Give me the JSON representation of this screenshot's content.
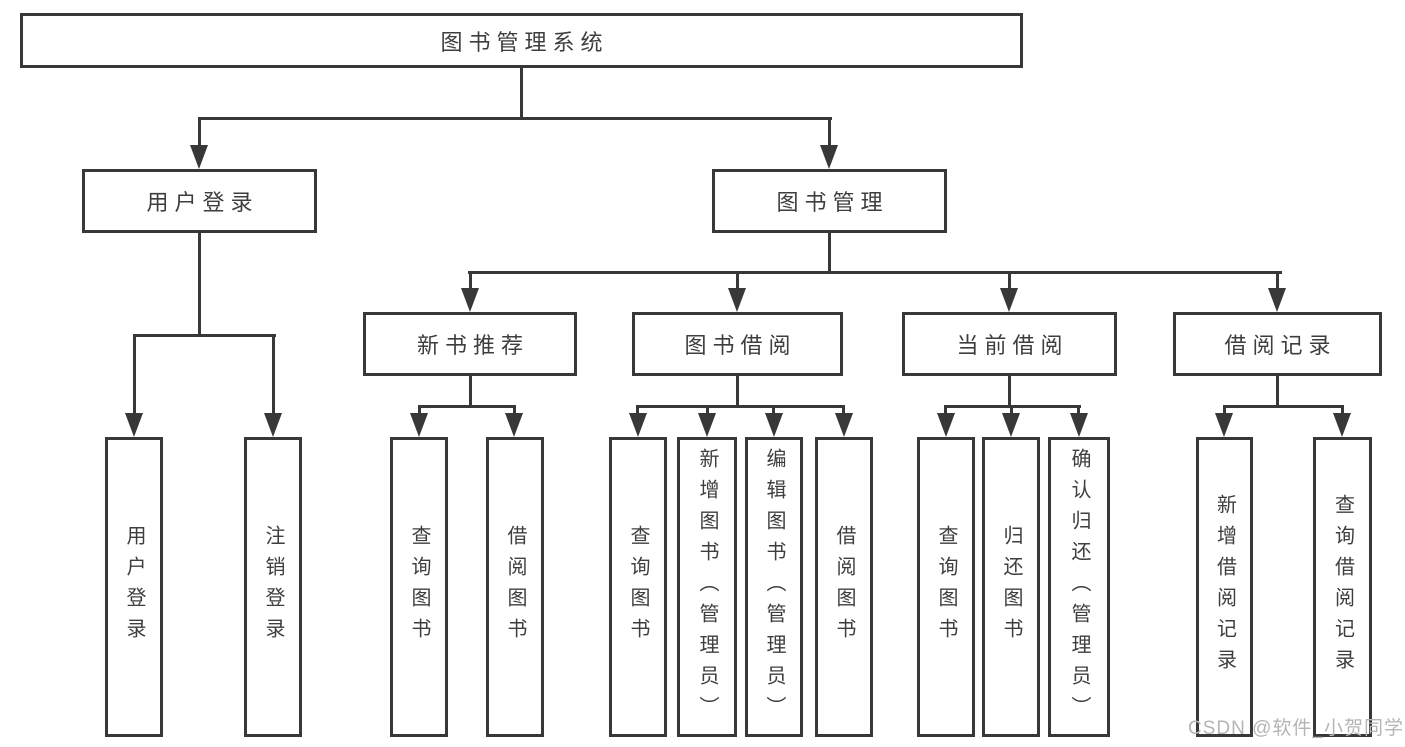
{
  "tree": {
    "label": "图书管理系统",
    "children": [
      {
        "label": "用户登录",
        "children": [
          {
            "label": "用户登录"
          },
          {
            "label": "注销登录"
          }
        ]
      },
      {
        "label": "图书管理",
        "children": [
          {
            "label": "新书推荐",
            "children": [
              {
                "label": "查询图书"
              },
              {
                "label": "借阅图书"
              }
            ]
          },
          {
            "label": "图书借阅",
            "children": [
              {
                "label": "查询图书"
              },
              {
                "label": "新增图书（管理员）"
              },
              {
                "label": "编辑图书（管理员）"
              },
              {
                "label": "借阅图书"
              }
            ]
          },
          {
            "label": "当前借阅",
            "children": [
              {
                "label": "查询图书"
              },
              {
                "label": "归还图书"
              },
              {
                "label": "确认归还（管理员）"
              }
            ]
          },
          {
            "label": "借阅记录",
            "children": [
              {
                "label": "新增借阅记录"
              },
              {
                "label": "查询借阅记录"
              }
            ]
          }
        ]
      }
    ]
  },
  "watermark": {
    "text": "CSDN @软件_小贺同学"
  },
  "colors": {
    "line": "#383838",
    "text": "#3e3e3e",
    "watermark": "#b5b5b5",
    "background": "#ffffff"
  }
}
